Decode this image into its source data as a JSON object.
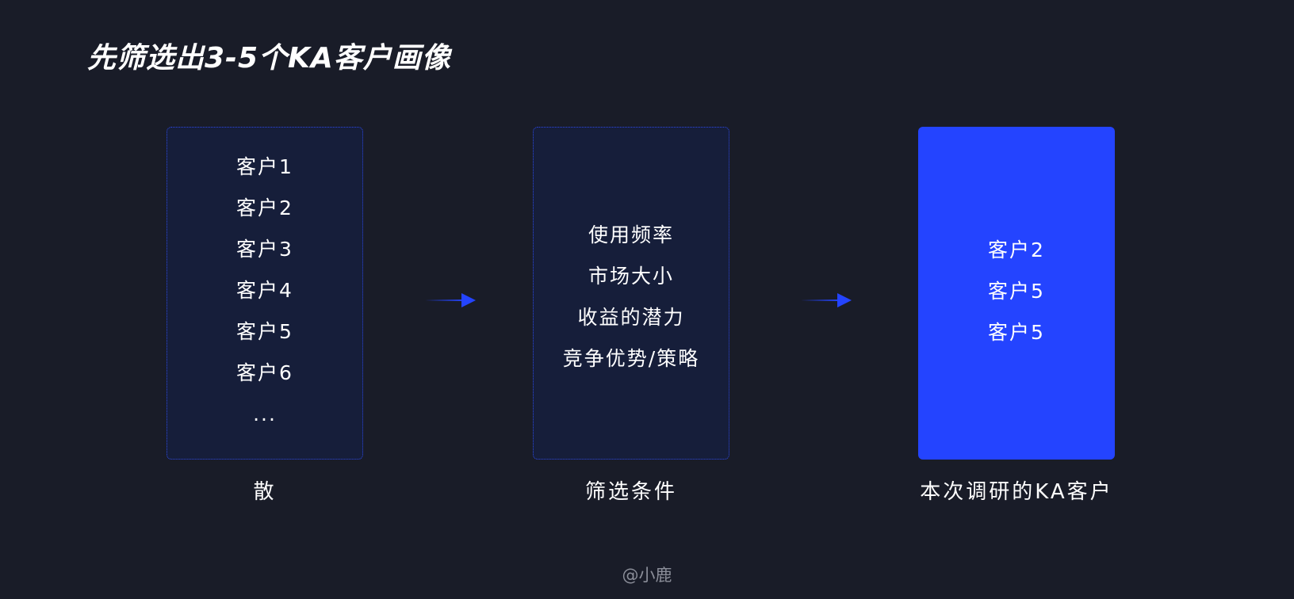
{
  "title": "先筛选出3-5个KA客户画像",
  "columns": [
    {
      "items": [
        "客户1",
        "客户2",
        "客户3",
        "客户4",
        "客户5",
        "客户6"
      ],
      "more": "...",
      "caption": "散"
    },
    {
      "items": [
        "使用频率",
        "市场大小",
        "收益的潜力",
        "竞争优势/策略"
      ],
      "caption": "筛选条件"
    },
    {
      "items": [
        "客户2",
        "客户5",
        "客户5"
      ],
      "caption": "本次调研的KA客户"
    }
  ],
  "watermark": "@小鹿",
  "colors": {
    "background": "#191c28",
    "box_fill": "#161e3a",
    "accent": "#2444ff",
    "border": "#2e49e6",
    "watermark": "#8b8e99"
  }
}
